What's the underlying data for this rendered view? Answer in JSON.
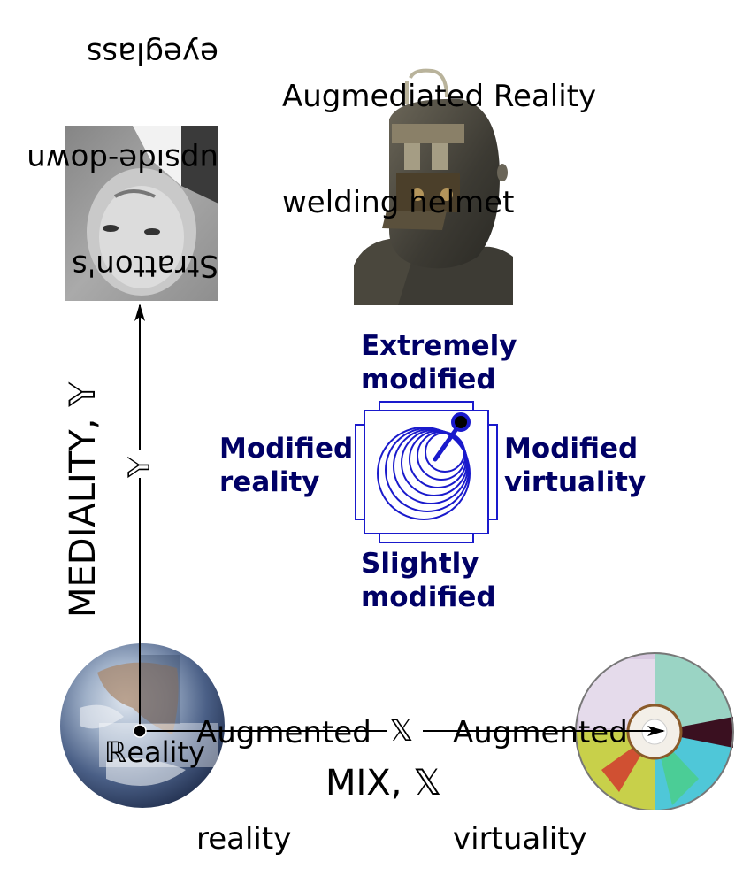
{
  "title_top_left": {
    "lines": [
      "Stratton's",
      "upside-down",
      "eyeglass"
    ],
    "rendered_upside_down": true
  },
  "title_top_right": {
    "lines": [
      "Augmediated Reality",
      "welding helmet"
    ]
  },
  "axes": {
    "y_axis_label": "MEDIALITY, 𝕐",
    "y_axis_symbol": "𝕐",
    "x_axis_label": "MIX, 𝕏",
    "x_axis_symbol": "𝕏",
    "origin_label": "ℝeality"
  },
  "quadrant_labels": {
    "augmented_reality": [
      "Augmented",
      "reality"
    ],
    "augmented_virtuality": [
      "Augmented",
      "virtuality"
    ]
  },
  "center_icon": {
    "top": [
      "Extremely",
      "modified"
    ],
    "bottom": [
      "Slightly",
      "modified"
    ],
    "left": [
      "Modified",
      "reality"
    ],
    "right": [
      "Modified",
      "virtuality"
    ],
    "color": "#0000cc",
    "text_color": "#000066"
  },
  "images": {
    "stratton_photo": "upside-down portrait (grayscale)",
    "helmet_photo": "augmediated reality welding helmet",
    "earth": "planet earth",
    "cd": "compact disc"
  }
}
